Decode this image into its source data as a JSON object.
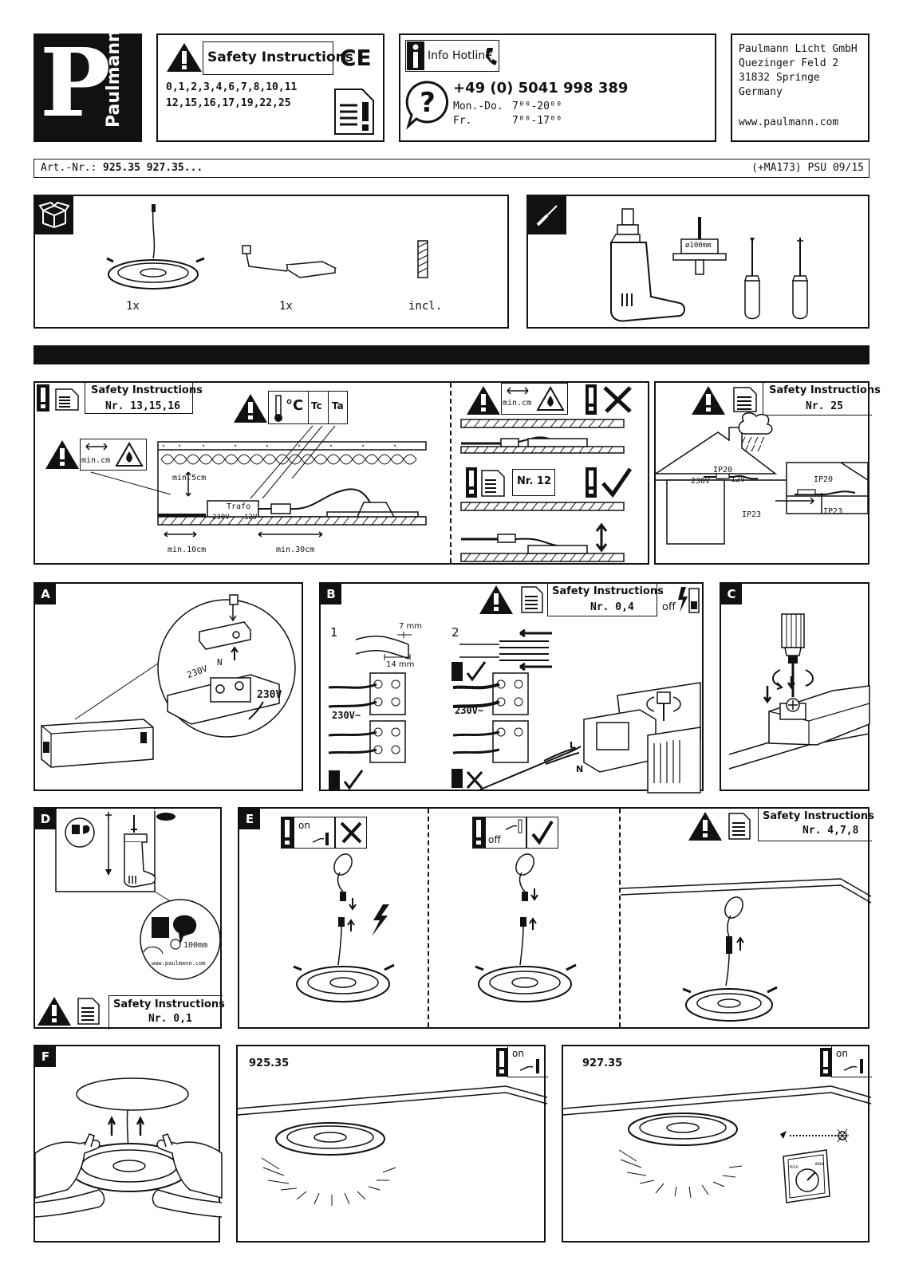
{
  "brand": {
    "name": "Paulmann",
    "letter": "P"
  },
  "safety_header": {
    "title": "Safety Instructions",
    "numbers_line1": "0,1,2,3,4,6,7,8,10,11",
    "numbers_line2": "12,15,16,17,19,22,25",
    "ce": "CE"
  },
  "hotline": {
    "label": "Info Hotline",
    "phone": "+49 (0) 5041 998 389",
    "days1": "Mon.-Do.",
    "hours1": "7⁰⁰-20⁰⁰",
    "days2": "Fr.",
    "hours2": "7⁰⁰-17⁰⁰"
  },
  "address": {
    "line1": "Paulmann Licht GmbH",
    "line2": "Quezinger Feld 2",
    "line3": "31832 Springe",
    "line4": "Germany",
    "web": "www.paulmann.com"
  },
  "art_bar": {
    "label": "Art.-Nr.:",
    "numbers": "925.35 927.35...",
    "right": "(+MA173) PSU 09/15"
  },
  "contents": {
    "qty1": "1x",
    "qty2": "1x",
    "qty3": "incl."
  },
  "tools": {
    "drill_size": "ø100mm"
  },
  "install": {
    "si_title": "Safety Instructions",
    "si_nr_a": "Nr. 13,15,16",
    "tc": "Tc",
    "ta": "Ta",
    "minc": "min.cm",
    "min5": "min.5cm",
    "trafo": "Trafo",
    "v230": "230V",
    "v12": "12V",
    "min10": "min.10cm",
    "min30": "min.30cm",
    "minc2": "min.cm",
    "nr12": "Nr. 12",
    "si_nr_25": "Nr. 25",
    "ip20a": "IP20",
    "ip20b": "IP20",
    "ip23a": "IP23",
    "ip23b": "IP23",
    "house_230": "230V",
    "house_12": "12V"
  },
  "steps": {
    "A": {
      "letter": "A",
      "v230": "230V",
      "v230b": "230V",
      "n": "N"
    },
    "B": {
      "letter": "B",
      "si_title": "Safety Instructions",
      "si_nr": "Nr. 0,4",
      "off": "off",
      "s1": "1",
      "s2": "2",
      "mm7": "7 mm",
      "mm14": "14 mm",
      "v230a": "230V~",
      "v230b": "230V~",
      "L": "L",
      "N": "N"
    },
    "C": {
      "letter": "C"
    },
    "D": {
      "letter": "D",
      "si_title": "Safety Instructions",
      "si_nr": "Nr. 0,1",
      "mm100": "100mm",
      "web": "www.paulmann.com"
    },
    "E": {
      "letter": "E",
      "on": "on",
      "off": "off",
      "si_title": "Safety Instructions",
      "si_nr": "Nr. 4,7,8"
    },
    "F": {
      "letter": "F"
    },
    "G": {
      "model": "925.35",
      "on": "on"
    },
    "H": {
      "model": "927.35",
      "on": "on",
      "min": "min",
      "max": "max"
    }
  }
}
